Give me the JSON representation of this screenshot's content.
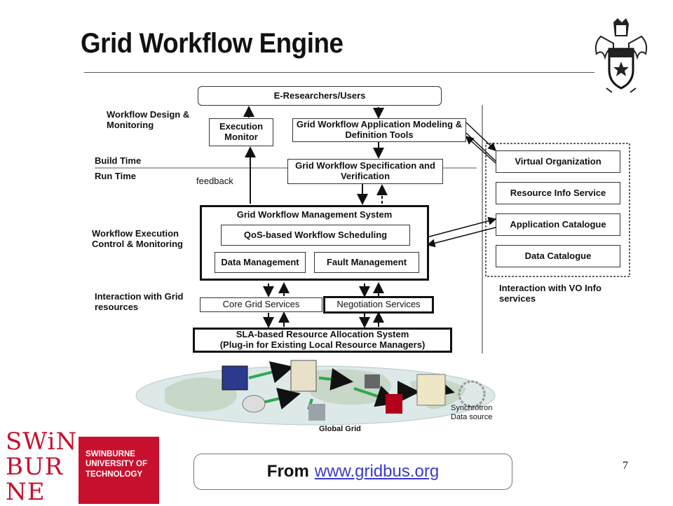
{
  "slide": {
    "title": "Grid Workflow Engine",
    "page_number": "7"
  },
  "diagram": {
    "boxes": {
      "users": "E-Researchers/Users",
      "exec_monitor": "Execution Monitor",
      "app_modeling": "Grid Workflow Application Modeling & Definition Tools",
      "spec_verif": "Grid Workflow Specification and Verification",
      "wms_title": "Grid Workflow Management System",
      "qos": "QoS-based Workflow Scheduling",
      "data_mgmt": "Data Management",
      "fault_mgmt": "Fault Management",
      "core_grid": "Core Grid Services",
      "negotiation": "Negotiation Services",
      "sla_line1": "SLA-based Resource Allocation System",
      "sla_line2": "(Plug-in for Existing Local Resource Managers)",
      "vo": "Virtual Organization",
      "ris": "Resource Info Service",
      "app_cat": "Application Catalogue",
      "data_cat": "Data Catalogue"
    },
    "labels": {
      "design_monitoring": "Workflow Design & Monitoring",
      "build_time": "Build Time",
      "run_time": "Run Time",
      "feedback": "feedback",
      "exec_control": "Workflow Execution Control & Monitoring",
      "interaction_grid": "Interaction with Grid resources",
      "interaction_vo": "Interaction with VO Info services",
      "global_grid": "Global Grid",
      "synchrotron": "Synchrotron Data source"
    }
  },
  "branding": {
    "logo_lines": [
      "SWiN",
      "BUR",
      "NE"
    ],
    "university_lines": [
      "SWINBURNE",
      "UNIVERSITY OF",
      "TECHNOLOGY"
    ],
    "brand_red": "#c8102e"
  },
  "source": {
    "prefix": "From",
    "link": "www.gridbus.org"
  }
}
